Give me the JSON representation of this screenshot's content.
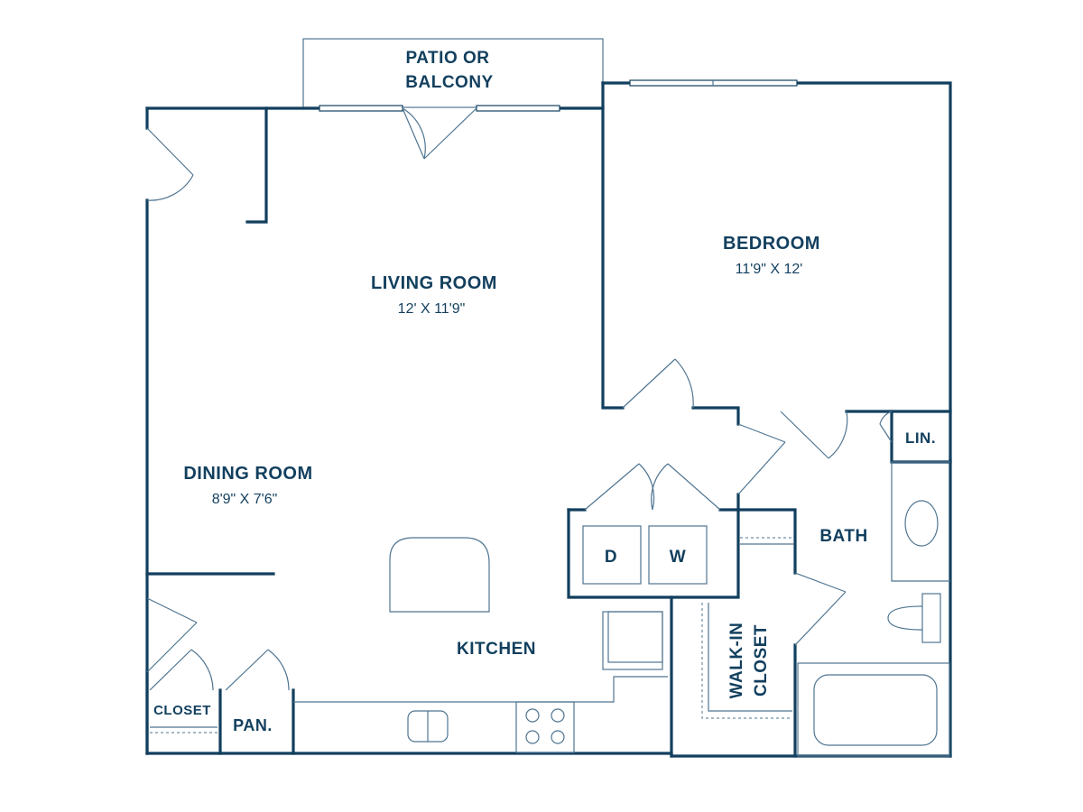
{
  "rooms": {
    "patio": {
      "line1": "PATIO OR",
      "line2": "BALCONY"
    },
    "living_room": {
      "name": "LIVING ROOM",
      "dims": "12' X 11'9\""
    },
    "bedroom": {
      "name": "BEDROOM",
      "dims": "11'9\" X 12'"
    },
    "dining_room": {
      "name": "DINING ROOM",
      "dims": "8'9\" X 7'6\""
    },
    "kitchen": {
      "name": "KITCHEN"
    },
    "bath": {
      "name": "BATH"
    },
    "linen": {
      "name": "LIN."
    },
    "walk_in_closet": {
      "line1": "WALK-IN",
      "line2": "CLOSET"
    },
    "closet": {
      "name": "CLOSET"
    },
    "pantry": {
      "name": "PAN."
    }
  },
  "appliances": {
    "dryer": "D",
    "washer": "W"
  },
  "colors": {
    "wall": "#123f5e",
    "fixture": "#4f7591",
    "background": "#ffffff"
  }
}
